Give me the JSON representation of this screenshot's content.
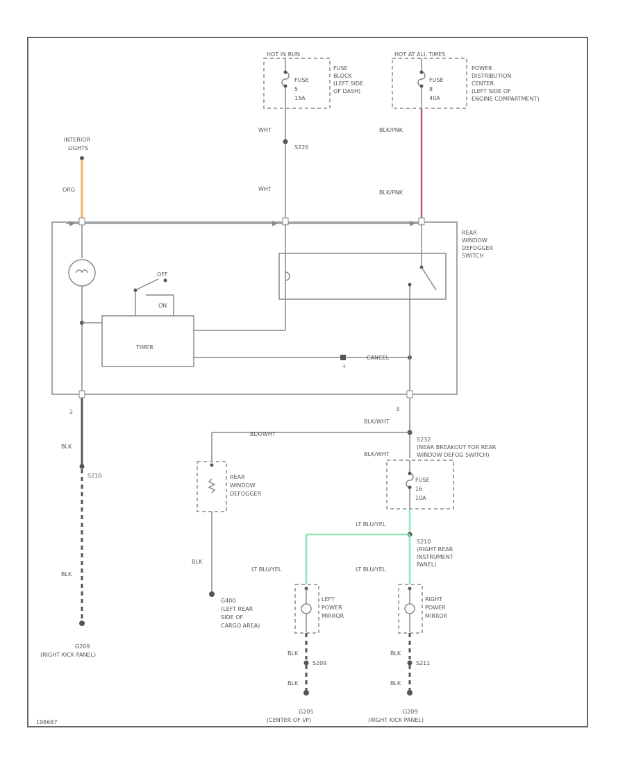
{
  "labels": {
    "fuse1_source": "HOT IN RUN",
    "fuse1_id": "FUSE",
    "fuse1_num": "5",
    "fuse1_amp": "15A",
    "fuse1_loc1": "FUSE",
    "fuse1_loc2": "BLOCK",
    "fuse1_loc3": "(LEFT SIDE",
    "fuse1_loc4": "OF DASH)",
    "fuse2_source": "HOT AT ALL TIMES",
    "fuse2_id": "FUSE",
    "fuse2_num": "8",
    "fuse2_amp": "40A",
    "fuse2_loc1": "POWER",
    "fuse2_loc2": "DISTRIBUTION",
    "fuse2_loc3": "CENTER",
    "fuse2_loc4": "(LEFT SIDE OF",
    "fuse2_loc5": "ENGINE COMPARTMENT)",
    "wht_top": "WHT",
    "s_wht": "S226",
    "wht_mid": "WHT",
    "blkpnk_top": "BLK/PNK",
    "blkpnk_mid": "BLK/PNK",
    "interior_lights_1": "INTERIOR",
    "interior_lights_2": "LIGHTS",
    "org": "ORG",
    "switch_1": "REAR",
    "switch_2": "WINDOW",
    "switch_3": "DEFOGGER",
    "switch_4": "SWITCH",
    "off": "OFF",
    "on": "ON",
    "timer": "TIMER",
    "cancel": "CANCEL",
    "pin_2": "2",
    "pin_3": "3",
    "blk_left_top": "BLK",
    "s_left": "S210",
    "blk_left_bot": "BLK",
    "g_left": "G209",
    "g_left_loc": "(RIGHT KICK PANEL)",
    "blkwht_main": "BLK/WHT",
    "blkwht_horiz": "BLK/WHT",
    "blkwht_fuse": "BLK/WHT",
    "s_breakout_1": "S232",
    "s_breakout_2": "(NEAR BREAKOUT FOR REAR",
    "s_breakout_3": "WINDOW DEFOG SWITCH)",
    "fuse3_id": "FUSE",
    "fuse3_num": "16",
    "fuse3_amp": "10A",
    "defogger_1": "REAR",
    "defogger_2": "WINDOW",
    "defogger_3": "DEFOGGER",
    "blk_defog": "BLK",
    "g_defog_1": "G400",
    "g_defog_2": "(LEFT REAR",
    "g_defog_3": "SIDE OF",
    "g_defog_4": "CARGO AREA)",
    "ltblu_horiz": "LT BLU/YEL",
    "s_right_1": "S210",
    "s_right_2": "(RIGHT REAR",
    "s_right_3": "INSTRUMENT",
    "s_right_4": "PANEL)",
    "ltblu_left": "LT BLU/YEL",
    "ltblu_right": "LT BLU/YEL",
    "lmirror_1": "LEFT",
    "lmirror_2": "POWER",
    "lmirror_3": "MIRROR",
    "rmirror_1": "RIGHT",
    "rmirror_2": "POWER",
    "rmirror_3": "MIRROR",
    "blk_lm_top": "BLK",
    "s_lm": "S209",
    "blk_lm_bot": "BLK",
    "g_lm_1": "G205",
    "g_lm_2": "(CENTER OF I/P)",
    "blk_rm_top": "BLK",
    "s_rm": "S211",
    "blk_rm_bot": "BLK",
    "g_rm_1": "G209",
    "g_rm_2": "(RIGHT KICK PANEL)",
    "corner_code": "198687"
  },
  "colors": {
    "orange_wire": "#f4b36a",
    "pink_wire": "#b0607a",
    "green_wire": "#8fe6b8"
  }
}
